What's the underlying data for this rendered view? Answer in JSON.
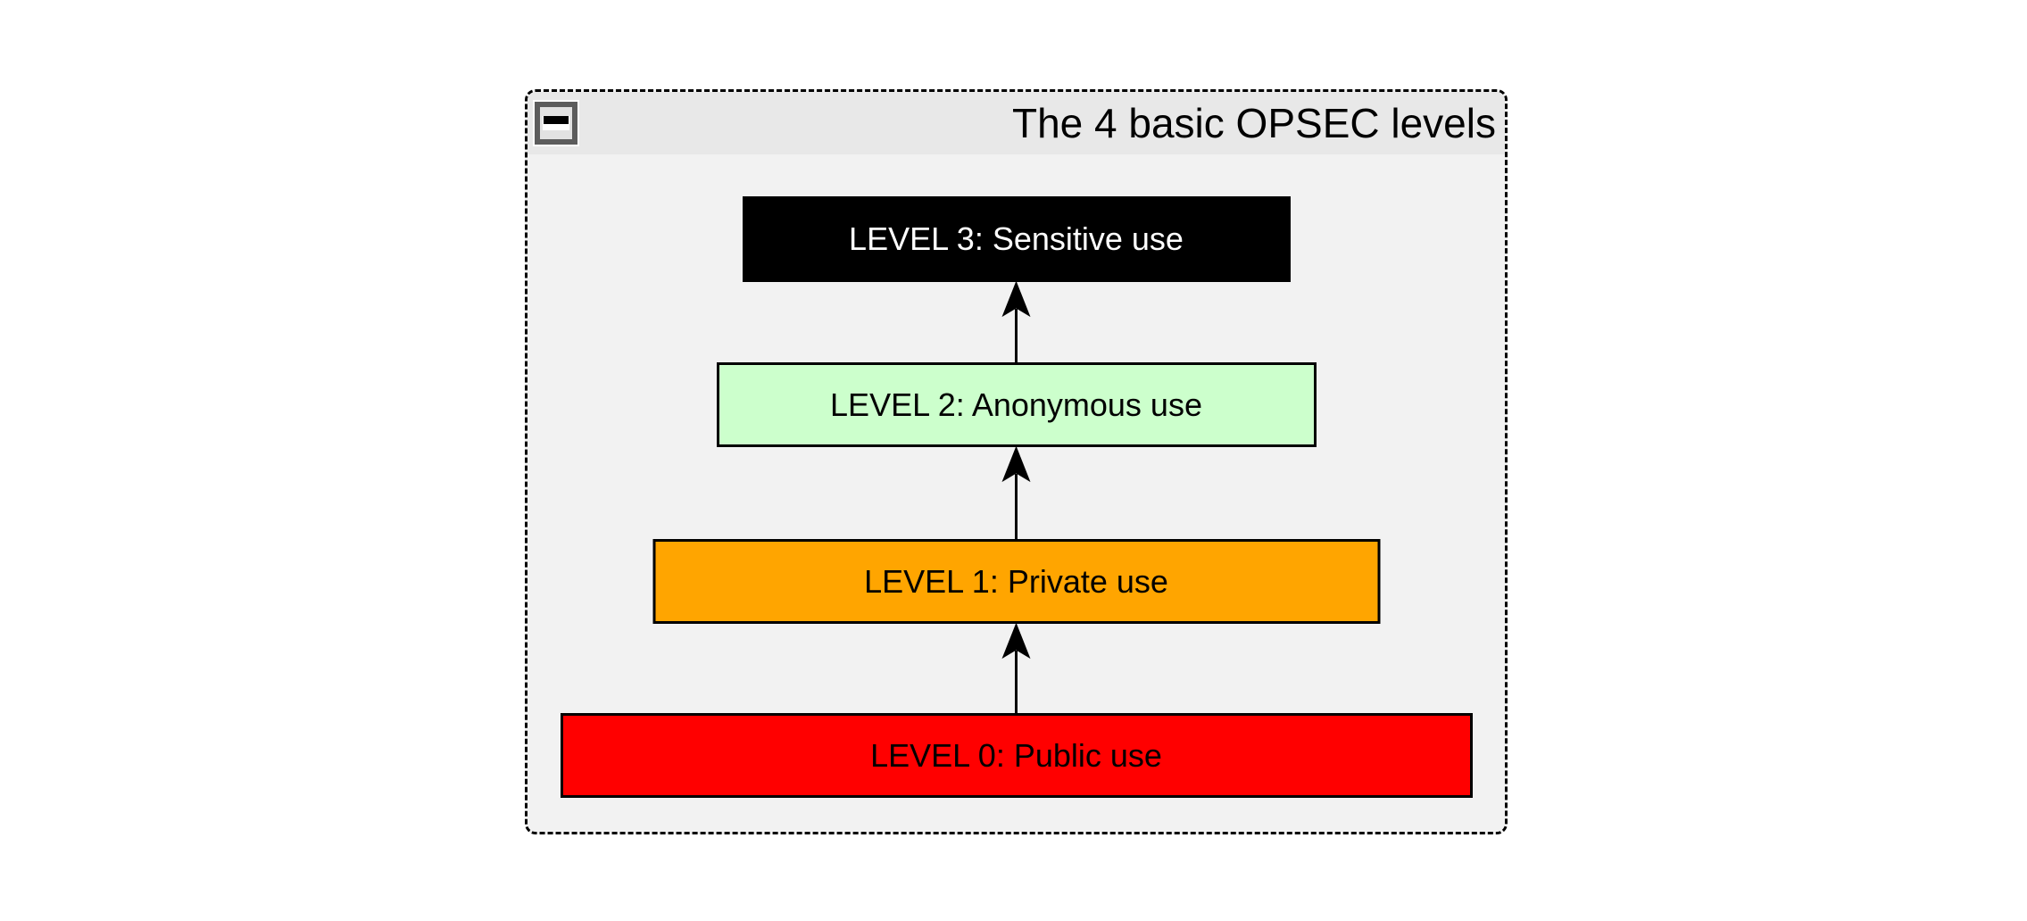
{
  "window": {
    "title": "The 4 basic OPSEC levels"
  },
  "titlebar": {
    "collapse_icon": "minus-icon"
  },
  "levels": [
    {
      "label": "LEVEL 3: Sensitive use",
      "bg": "#000000",
      "fg": "#ffffff"
    },
    {
      "label": "LEVEL 2: Anonymous use",
      "bg": "#ccffcc",
      "fg": "#000000"
    },
    {
      "label": "LEVEL 1: Private use",
      "bg": "#ffa500",
      "fg": "#000000"
    },
    {
      "label": "LEVEL 0: Public use",
      "bg": "#ff0000",
      "fg": "#000000"
    }
  ],
  "colors": {
    "page_background": "#ffffff",
    "window_background": "#f2f2f2",
    "titlebar_background": "#e8e8e8",
    "border": "#000000",
    "arrow": "#000000",
    "collapse_button_frame": "#5c5c5c",
    "collapse_button_fill": "#e2e2e2"
  }
}
